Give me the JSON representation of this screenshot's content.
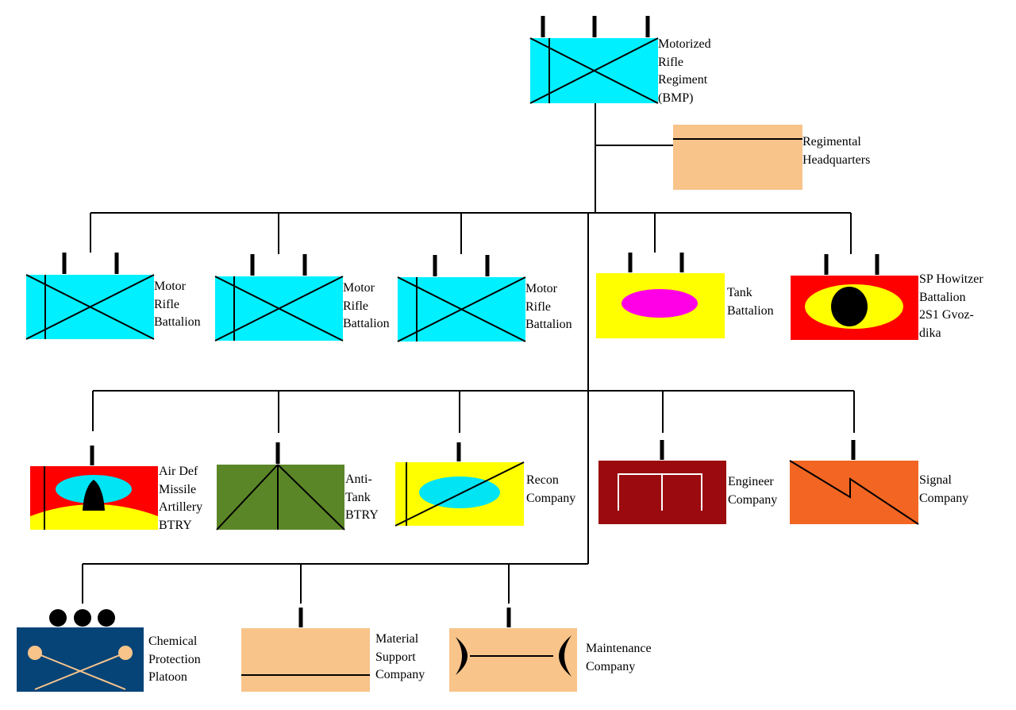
{
  "colors": {
    "friendly_infantry": "#00f0ff",
    "armor_fill": "#ffff00",
    "armor_oval": "#ff00e6",
    "artillery_field": "#ff0000",
    "recon_oval": "#00e4f4",
    "antitank_fill": "#5b8628",
    "engineer_fill": "#9a0a0e",
    "signal_fill": "#f26522",
    "support_fill": "#f8c48a",
    "chemical_fill": "#064478",
    "line": "#000000"
  },
  "units": {
    "regiment": {
      "label": [
        "Motorized",
        "Rifle",
        "Regiment",
        "(BMP)"
      ],
      "symbol": "infantry-armored",
      "echelon": "regiment"
    },
    "hq": {
      "label": [
        "Regimental",
        "Headquarters"
      ],
      "symbol": "headquarters"
    },
    "mrb1": {
      "label": [
        "Motor",
        "Rifle",
        "Battalion"
      ],
      "symbol": "infantry-armored",
      "echelon": "battalion"
    },
    "mrb2": {
      "label": [
        "Motor",
        "Rifle",
        "Battalion"
      ],
      "symbol": "infantry-armored",
      "echelon": "battalion"
    },
    "mrb3": {
      "label": [
        "Motor",
        "Rifle",
        "Battalion"
      ],
      "symbol": "infantry-armored",
      "echelon": "battalion"
    },
    "tank": {
      "label": [
        "Tank",
        "Battalion"
      ],
      "symbol": "armor",
      "echelon": "battalion"
    },
    "howitzer": {
      "label": [
        "SP Howitzer",
        "Battalion",
        "2S1 Gvoz-",
        "dika"
      ],
      "symbol": "self-propelled-artillery",
      "echelon": "battalion"
    },
    "airdef": {
      "label": [
        "Air Def",
        "Missile",
        "Artillery",
        "BTRY"
      ],
      "symbol": "air-defense-missile",
      "echelon": "company"
    },
    "antitank": {
      "label": [
        "Anti-",
        "Tank",
        "BTRY"
      ],
      "symbol": "anti-tank",
      "echelon": "company"
    },
    "recon": {
      "label": [
        "Recon",
        "Company"
      ],
      "symbol": "armored-reconnaissance",
      "echelon": "company"
    },
    "engineer": {
      "label": [
        "Engineer",
        "Company"
      ],
      "symbol": "engineer",
      "echelon": "company"
    },
    "signal": {
      "label": [
        "Signal",
        "Company"
      ],
      "symbol": "signal",
      "echelon": "company"
    },
    "chemical": {
      "label": [
        "Chemical",
        "Protection",
        "Platoon"
      ],
      "symbol": "chemical-defense",
      "echelon": "platoon"
    },
    "material": {
      "label": [
        "Material",
        "Support",
        "Company"
      ],
      "symbol": "supply",
      "echelon": "company"
    },
    "maintenance": {
      "label": [
        "Maintenance",
        "Company"
      ],
      "symbol": "maintenance",
      "echelon": "company"
    }
  }
}
